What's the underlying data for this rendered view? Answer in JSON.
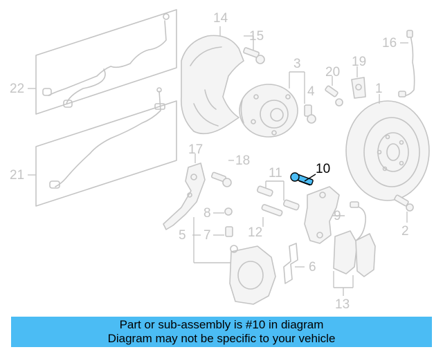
{
  "highlight_color": "#4bbcf4",
  "highlighted_part": "10",
  "callouts": {
    "c1": "1",
    "c2": "2",
    "c3": "3",
    "c4": "4",
    "c5": "5",
    "c6": "6",
    "c7": "7",
    "c8": "8",
    "c9": "9",
    "c10": "10",
    "c11": "11",
    "c12": "12",
    "c13": "13",
    "c14": "14",
    "c15": "15",
    "c16": "16",
    "c17": "17",
    "c18": "18",
    "c19": "19",
    "c20": "20",
    "c21": "21",
    "c22": "22"
  },
  "banner": {
    "line1": "Part or sub-assembly is #10 in diagram",
    "line2": "Diagram may not be specific to your vehicle"
  }
}
